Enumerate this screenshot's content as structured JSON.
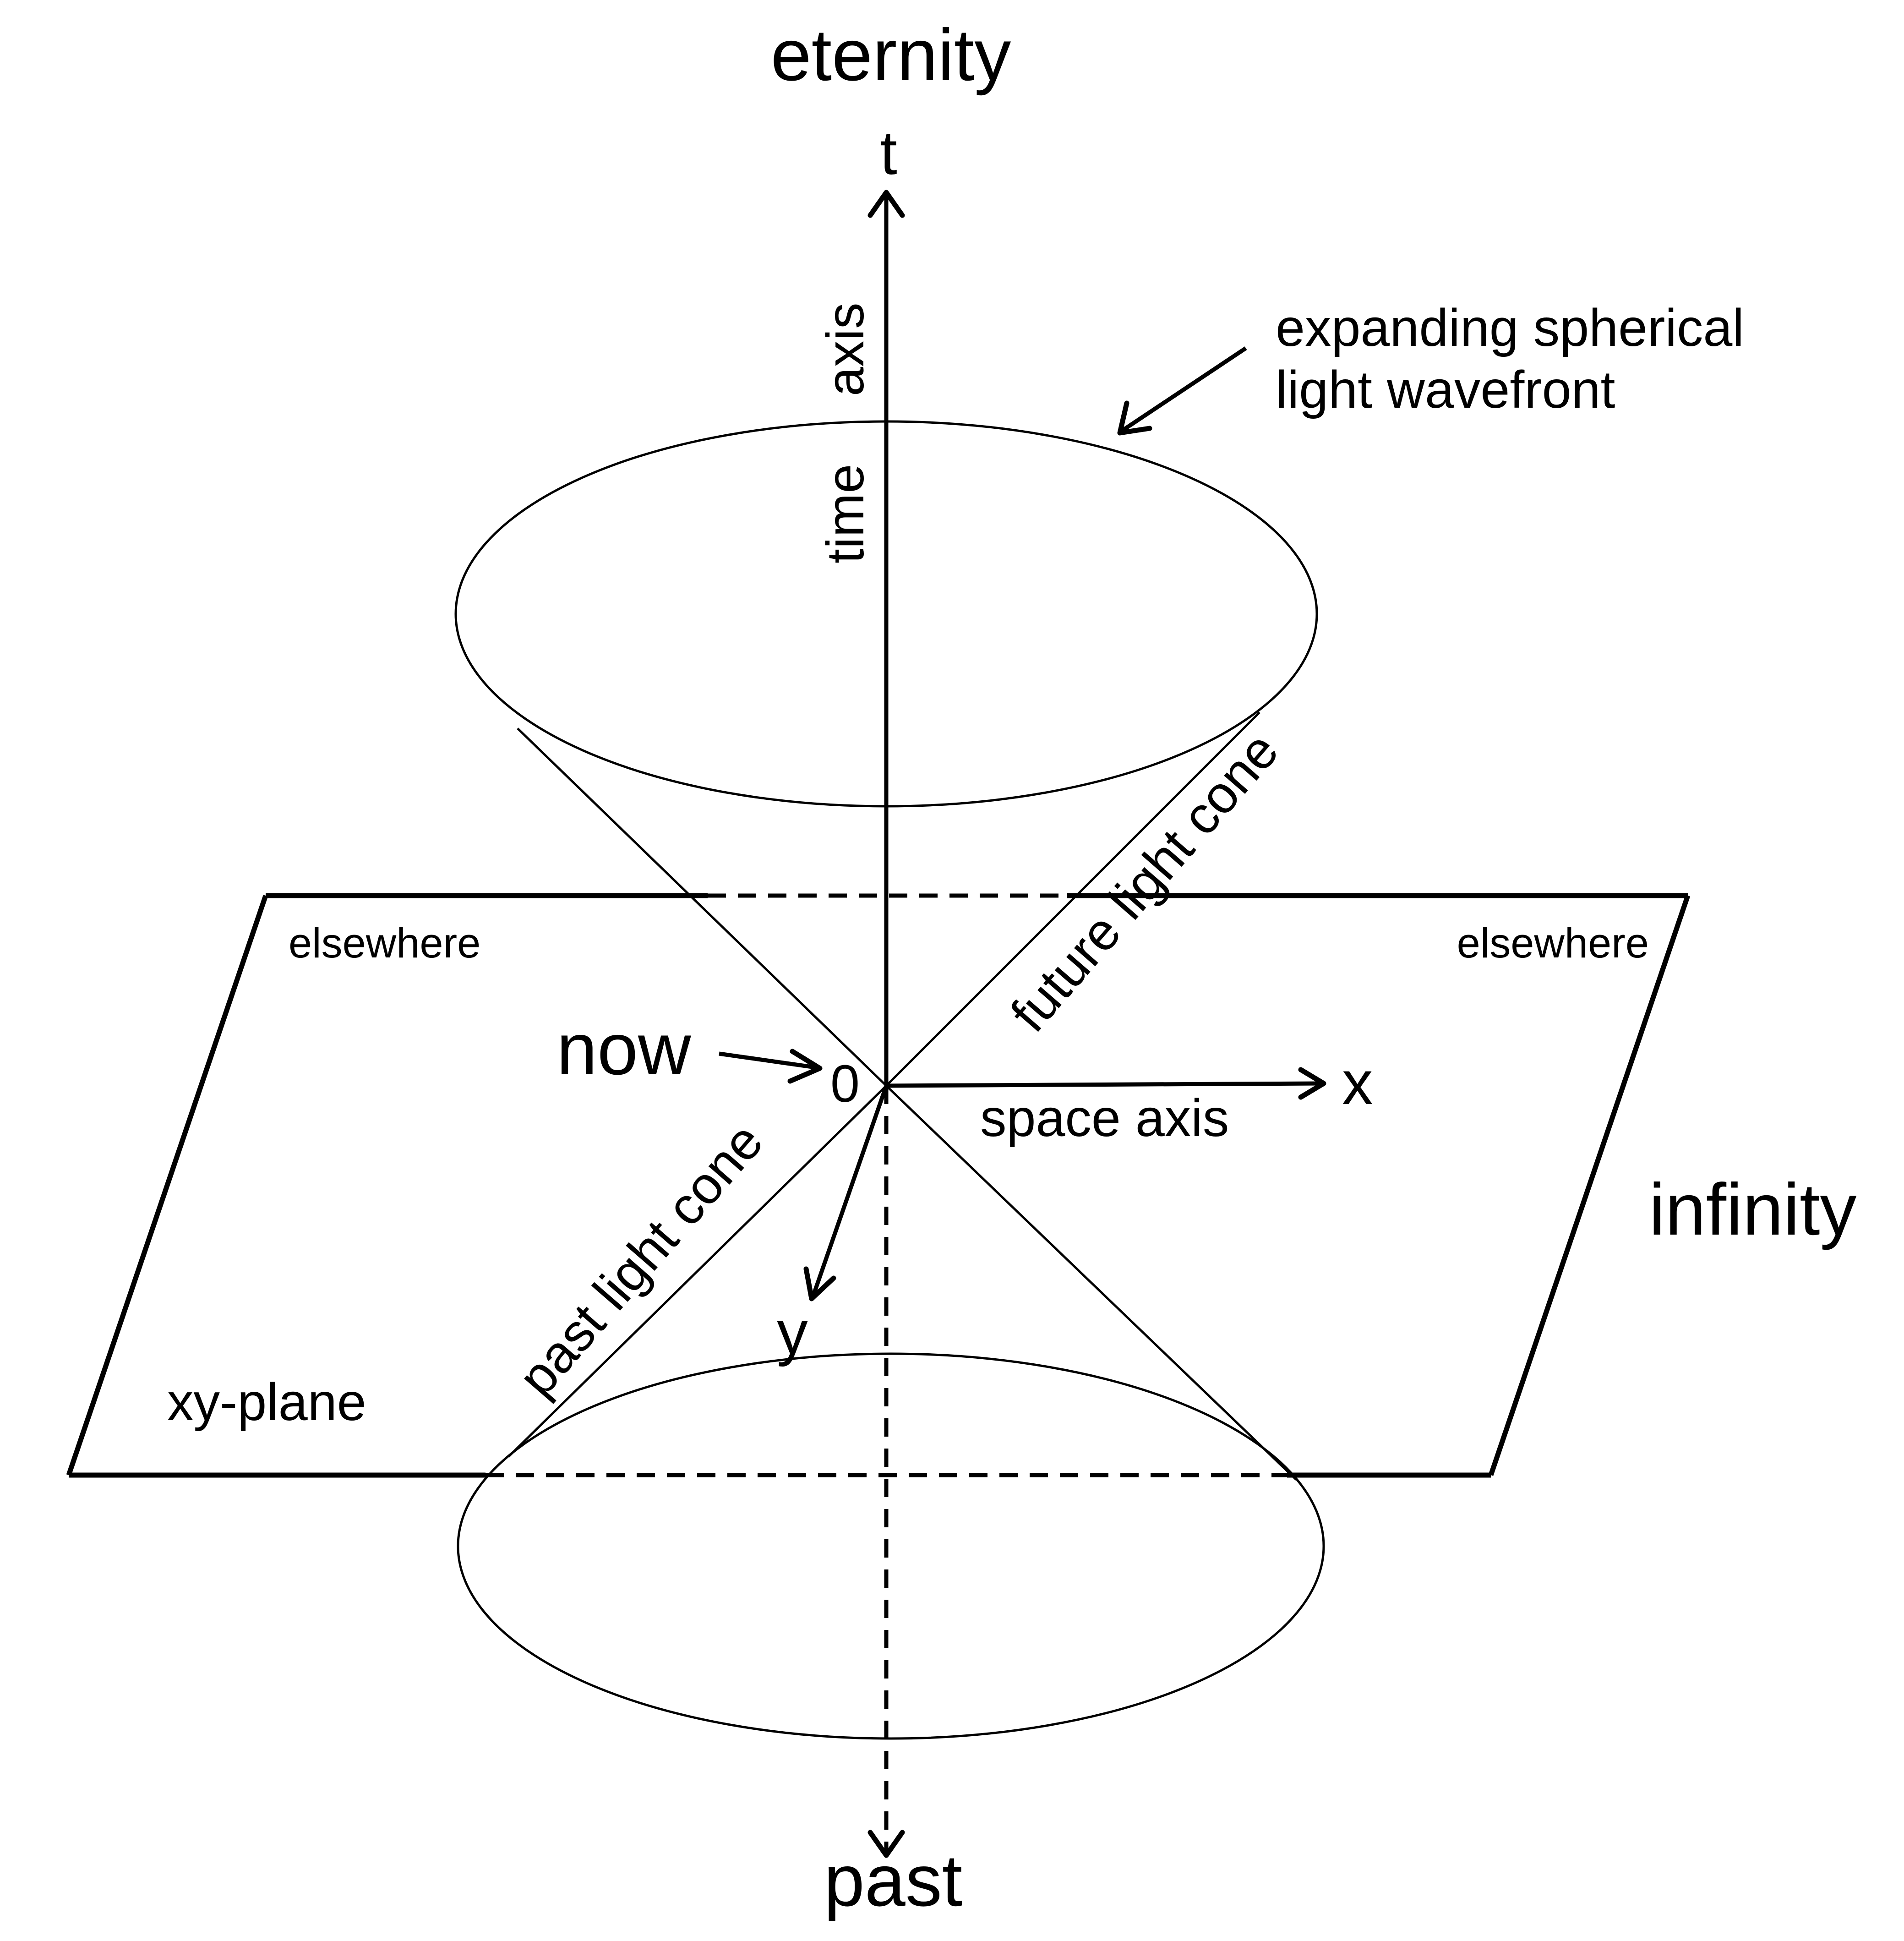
{
  "labels": {
    "top": "eternity",
    "bottom": "past",
    "right": "infinity",
    "t_axis": "t",
    "x_axis": "x",
    "y_axis": "y",
    "time_axis_a": "time",
    "time_axis_b": "axis",
    "space_axis": "space axis",
    "wavefront_line1": "expanding spherical",
    "wavefront_line2": "light wavefront",
    "elsewhere_left": "elsewhere",
    "elsewhere_right": "elsewhere",
    "now": "now",
    "origin": "0",
    "future_cone": "future light cone",
    "past_cone": "past light cone",
    "plane": "xy-plane"
  }
}
